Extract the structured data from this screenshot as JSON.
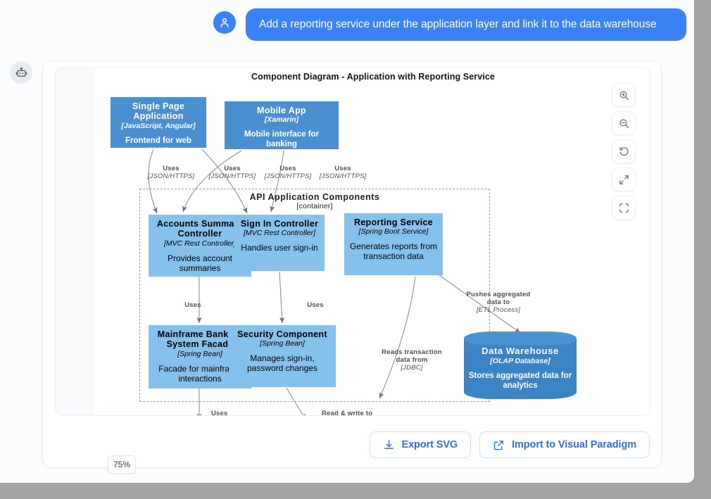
{
  "chat": {
    "user_avatar_icon": "person-icon",
    "message": "Add a reporting service under the application layer and link it to the data warehouse",
    "bot_avatar_icon": "robot-icon",
    "bubble_color": "#3b82f6"
  },
  "diagram": {
    "title": "Component Diagram - Application with Reporting Service",
    "zoom_level": "75%",
    "container": {
      "name": "API Application Components",
      "type": "[container]"
    },
    "nodes": [
      {
        "id": "spa",
        "name": "Single Page Application",
        "tech": "[JavaScript, Angular]",
        "desc": "Frontend for web users",
        "style": "dark",
        "shape": "box",
        "color": "#4a90d1"
      },
      {
        "id": "mobile",
        "name": "Mobile App",
        "tech": "[Xamarin]",
        "desc": "Mobile interface for banking",
        "style": "dark",
        "shape": "box",
        "color": "#4a90d1"
      },
      {
        "id": "accounts",
        "name": "Accounts Summary Controller",
        "tech": "[MVC Rest Controller]",
        "desc": "Provides account summaries",
        "style": "light",
        "shape": "box",
        "color": "#85c1ea"
      },
      {
        "id": "signin",
        "name": "Sign In Controller",
        "tech": "[MVC Rest Controller]",
        "desc": "Handles user sign-in",
        "style": "light",
        "shape": "box",
        "color": "#85c1ea"
      },
      {
        "id": "reporting",
        "name": "Reporting Service",
        "tech": "[Spring Boot Service]",
        "desc": "Generates reports from transaction data",
        "style": "light",
        "shape": "box",
        "color": "#85c1ea"
      },
      {
        "id": "mainframe",
        "name": "Mainframe Banking System Facade",
        "tech": "[Spring Bean]",
        "desc": "Facade for mainframe interactions",
        "style": "light",
        "shape": "box",
        "color": "#85c1ea"
      },
      {
        "id": "security",
        "name": "Security Component",
        "tech": "[Spring Bean]",
        "desc": "Manages sign-in, password changes",
        "style": "light",
        "shape": "box",
        "color": "#85c1ea"
      },
      {
        "id": "warehouse",
        "name": "Data Warehouse",
        "tech": "[OLAP Database]",
        "desc": "Stores aggregated data for analytics",
        "style": "dark",
        "shape": "cylinder",
        "color": "#3b85c6"
      }
    ],
    "edges": [
      {
        "id": "e1",
        "label": "Uses",
        "tech": "[JSON/HTTPS]"
      },
      {
        "id": "e2",
        "label": "Uses",
        "tech": "[JSON/HTTPS]"
      },
      {
        "id": "e3",
        "label": "Uses",
        "tech": "[JSON/HTTPS]"
      },
      {
        "id": "e4",
        "label": "Uses",
        "tech": "[JSON/HTTPS]"
      },
      {
        "id": "e5",
        "label": "Uses",
        "tech": ""
      },
      {
        "id": "e6",
        "label": "Uses",
        "tech": ""
      },
      {
        "id": "e7",
        "label": "Pushes aggregated data to",
        "tech": "[ETL Process]"
      },
      {
        "id": "e8",
        "label": "Reads transaction data from",
        "tech": "[JDBC]"
      },
      {
        "id": "e9",
        "label": "Uses",
        "tech": ""
      },
      {
        "id": "e10",
        "label": "Read & write to",
        "tech": ""
      }
    ]
  },
  "toolbar": {
    "buttons": [
      {
        "name": "zoom-in",
        "icon": "zoom-in-icon"
      },
      {
        "name": "zoom-out",
        "icon": "zoom-out-icon"
      },
      {
        "name": "reset-view",
        "icon": "reset-rotate-icon"
      },
      {
        "name": "fit-screen",
        "icon": "expand-arrows-icon"
      },
      {
        "name": "fullscreen",
        "icon": "fullscreen-frame-icon"
      }
    ]
  },
  "actions": {
    "export_label": "Export SVG",
    "export_icon": "download-icon",
    "import_label": "Import to Visual Paradigm",
    "import_icon": "external-link-icon",
    "accent_color": "#2f6fe4"
  }
}
